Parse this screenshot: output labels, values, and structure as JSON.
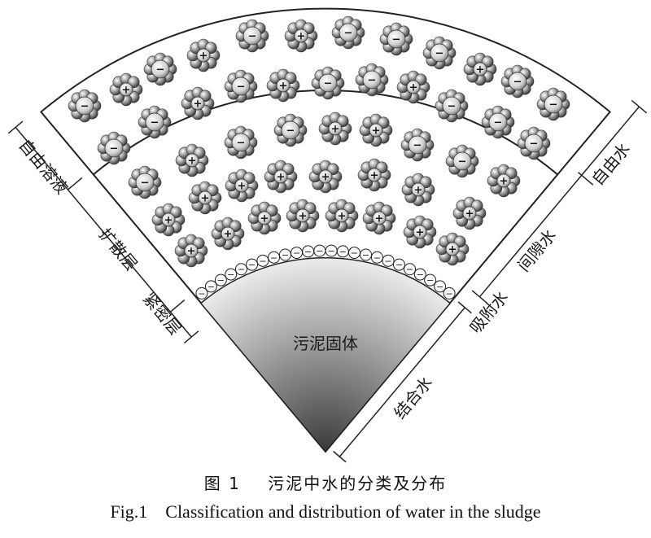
{
  "solid_label": "污泥固体",
  "left_labels": {
    "free_solution": "自由溶液",
    "diffuse_layer": "扩散层",
    "compact_layer": "紧密层"
  },
  "right_labels": {
    "free_water": "自由水",
    "interstitial_water": "间隙水",
    "adsorbed_water": "吸附水",
    "bound_water": "结合水"
  },
  "ion_signs": {
    "positive": "+",
    "negative": "−"
  },
  "caption": {
    "zh_number": "图 1",
    "zh_title": "污泥中水的分类及分布",
    "en_number": "Fig.1",
    "en_title": "Classification and distribution of water in the sludge"
  },
  "colors": {
    "line": "#222222",
    "solid_dark": "#4a4a4a",
    "solid_light": "#f2f2f2"
  }
}
